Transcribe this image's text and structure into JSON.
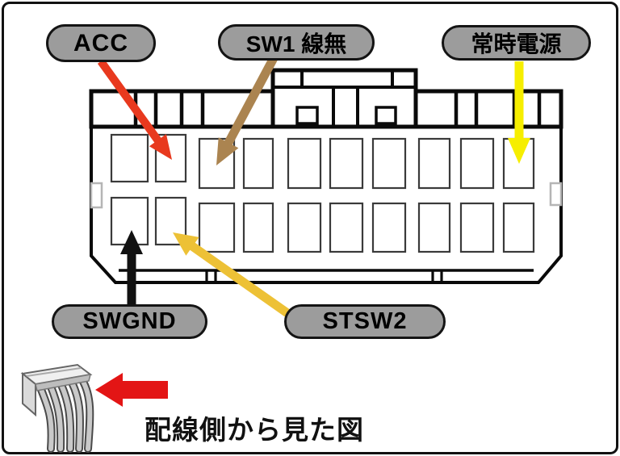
{
  "diagram": {
    "caption": "配線側から見た図",
    "pill_fill": "#9c9c9c",
    "photo_arrow_color": "#e31515",
    "connector": {
      "rows": 2,
      "pins_per_row": 10
    },
    "pin_labels": [
      {
        "id": "acc",
        "text": "ACC",
        "arrow_color": "#e8391e",
        "points_to": "top-row-pin-2"
      },
      {
        "id": "sw1-no-wire",
        "text": "SW1 線無",
        "arrow_color": "#ab8450",
        "points_to": "top-row-pin-3"
      },
      {
        "id": "constant-power",
        "text": "常時電源",
        "arrow_color": "#f6ee00",
        "points_to": "top-row-pin-10"
      },
      {
        "id": "swgnd",
        "text": "SWGND",
        "arrow_color": "#111111",
        "points_to": "bottom-row-pin-1"
      },
      {
        "id": "stsw2",
        "text": "STSW2",
        "arrow_color": "#edc136",
        "points_to": "bottom-row-pin-2"
      }
    ]
  }
}
